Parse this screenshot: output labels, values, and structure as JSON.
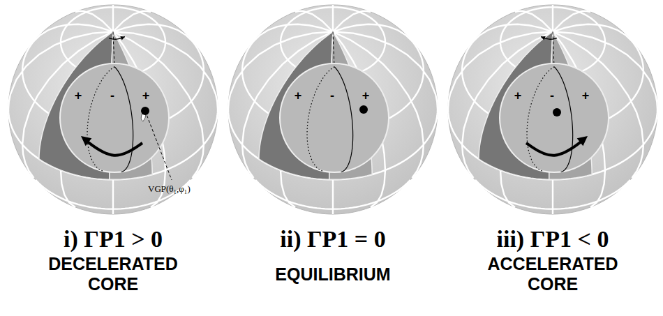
{
  "diagram": {
    "nodes": [
      {
        "text": [
          "+",
          "-",
          "+"
        ]
      },
      {
        "text": [
          "+",
          "-",
          "+"
        ]
      },
      {
        "text": [
          "+",
          "-",
          "+"
        ]
      }
    ],
    "labels": [
      "VGP(θ₁,φ₁)",
      "i) ΓP1 > 0",
      "DECELERATED CORE",
      "ii) ΓP1 = 0",
      "EQUILIBRIUM",
      "iii) ΓP1 < 0",
      "ACCELERATED CORE"
    ]
  }
}
